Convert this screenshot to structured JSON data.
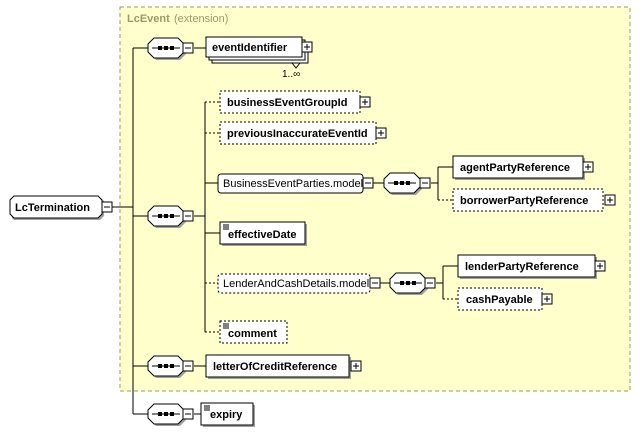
{
  "extension": {
    "title": "LcEvent",
    "subtitle": "(extension)"
  },
  "root": {
    "label": "LcTermination"
  },
  "elements": {
    "event_identifier": {
      "label": "eventIdentifier",
      "cardinality": "1..∞"
    },
    "business_event_group_id": {
      "label": "businessEventGroupId"
    },
    "previous_inaccurate_event_id": {
      "label": "previousInaccurateEventId"
    },
    "business_event_parties_model": {
      "label": "BusinessEventParties.model"
    },
    "agent_party_reference": {
      "label": "agentPartyReference"
    },
    "borrower_party_reference": {
      "label": "borrowerPartyReference"
    },
    "effective_date": {
      "label": "effectiveDate"
    },
    "lender_and_cash_details_model": {
      "label": "LenderAndCashDetails.model"
    },
    "lender_party_reference": {
      "label": "lenderPartyReference"
    },
    "cash_payable": {
      "label": "cashPayable"
    },
    "comment": {
      "label": "comment"
    },
    "letter_of_credit_reference": {
      "label": "letterOfCreditReference"
    },
    "expiry": {
      "label": "expiry"
    }
  },
  "colors": {
    "extension_fill": "#ffffcc",
    "extension_border": "#999966",
    "node_fill": "#ffffff",
    "shadow": "#a0a0a0"
  }
}
